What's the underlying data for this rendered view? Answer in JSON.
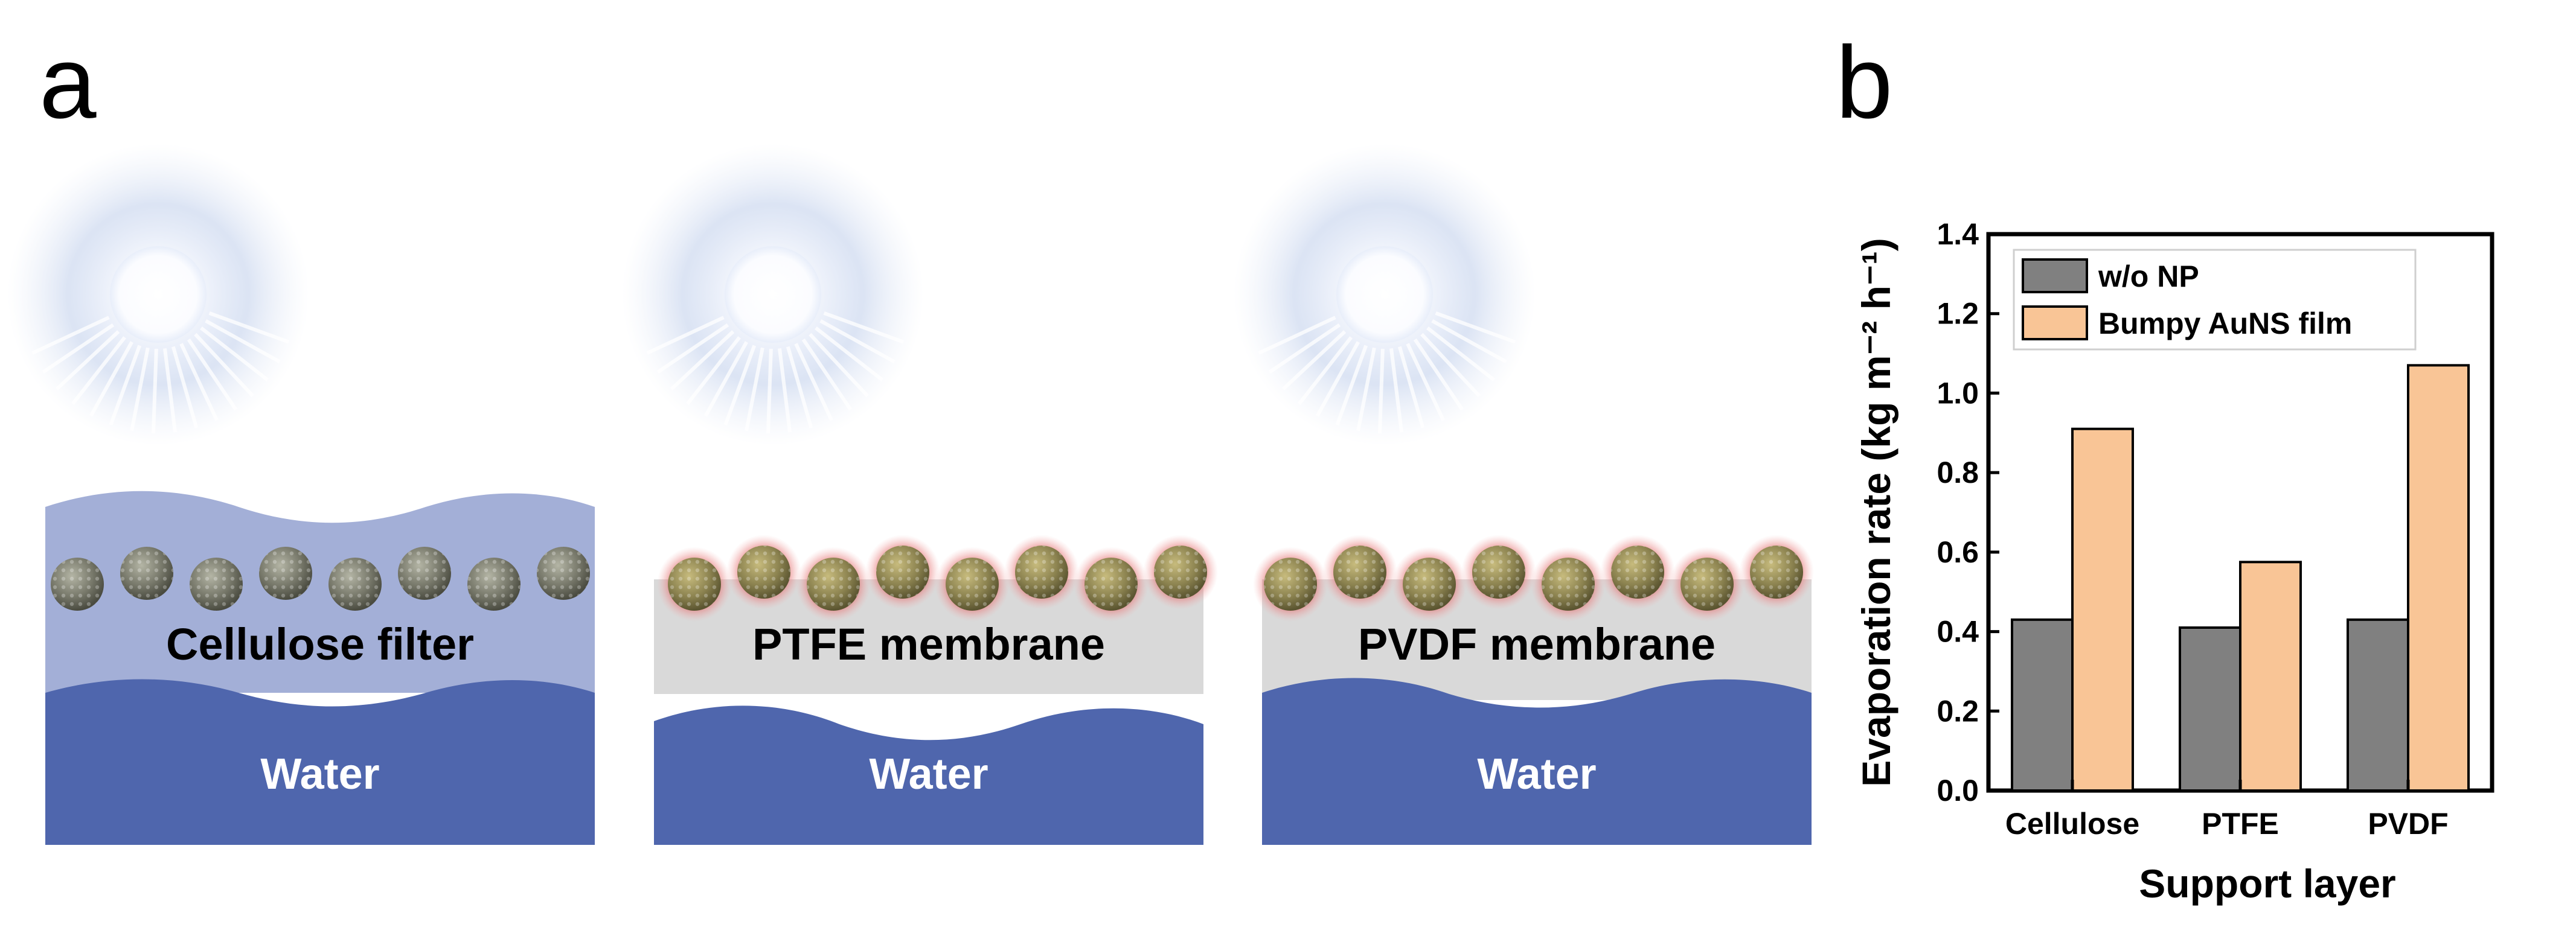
{
  "panel_a": {
    "letter": "a",
    "scenes": [
      {
        "layer_label": "Cellulose filter",
        "water_label": "Water",
        "layer_color": "#a3afd7",
        "particle_glow": false
      },
      {
        "layer_label": "PTFE membrane",
        "water_label": "Water",
        "layer_color": "#d9d9d9",
        "particle_glow": true
      },
      {
        "layer_label": "PVDF membrane",
        "water_label": "Water",
        "layer_color": "#d9d9d9",
        "particle_glow": true
      }
    ],
    "colors": {
      "water": "#4f66ad",
      "particle": "#8a8255",
      "particle_grey": "#6e7061",
      "glow": "#e06060"
    }
  },
  "panel_b": {
    "letter": "b"
  },
  "chart_data": {
    "type": "bar",
    "categories": [
      "Cellulose",
      "PTFE",
      "PVDF"
    ],
    "series": [
      {
        "name": "w/o NP",
        "values": [
          0.43,
          0.41,
          0.43
        ],
        "color": "#808080"
      },
      {
        "name": "Bumpy AuNS film",
        "values": [
          0.91,
          0.575,
          1.07
        ],
        "color": "#f9c596"
      }
    ],
    "xlabel": "Support layer",
    "ylabel": "Evaporation rate (kg m⁻² h⁻¹)",
    "ylim": [
      0,
      1.4
    ],
    "yticks": [
      "0.0",
      "0.2",
      "0.4",
      "0.6",
      "0.8",
      "1.0",
      "1.2",
      "1.4"
    ],
    "grid": false,
    "legend_position": "top-left"
  }
}
